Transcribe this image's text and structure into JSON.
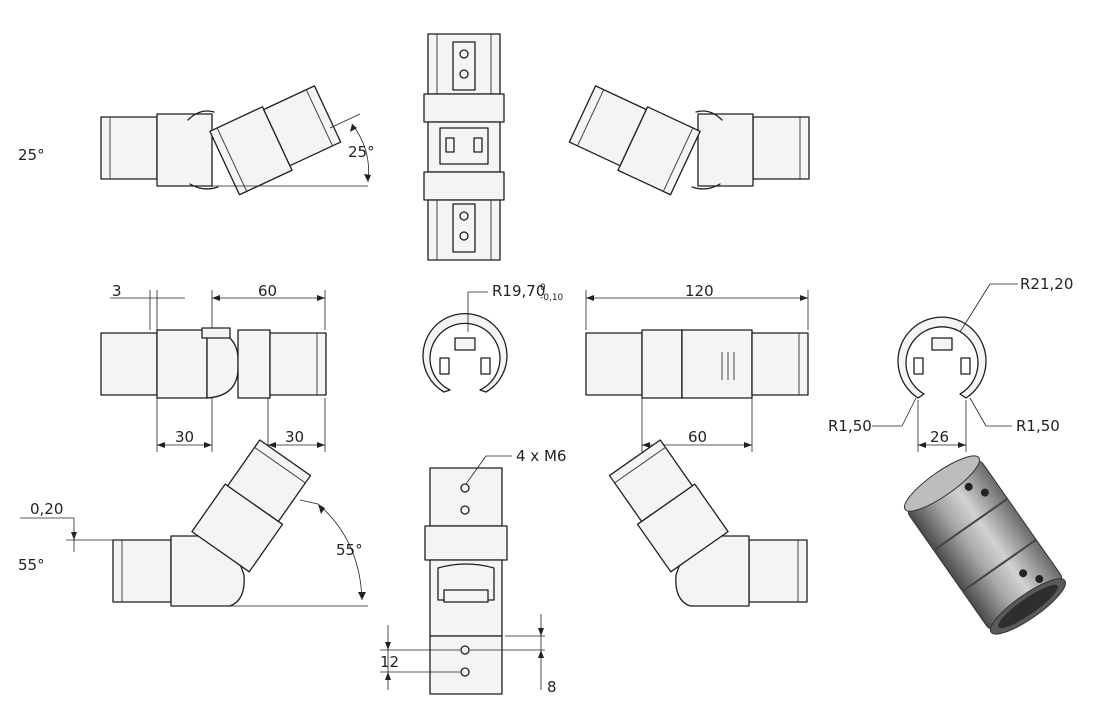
{
  "labels": {
    "angle_25_side": "25°",
    "angle_25_dim": "25°",
    "dim_3": "3",
    "dim_60_top": "60",
    "dim_30_left": "30",
    "dim_30_right": "30",
    "radius_inner": "R19,70",
    "tol_upper": "0",
    "tol_lower": "-0,10",
    "dim_120": "120",
    "dim_60_bottom": "60",
    "radius_outer": "R21,20",
    "radius_left": "R1,50",
    "radius_right": "R1,50",
    "slot_width": "26",
    "dim_0_20": "0,20",
    "angle_55_side": "55°",
    "angle_55_dim": "55°",
    "holes": "4 x M6",
    "dim_12": "12",
    "dim_8": "8"
  },
  "colors": {
    "line": "#1f1f1f",
    "fill": "#f4f4f4",
    "metal": "#8a8a8a"
  }
}
